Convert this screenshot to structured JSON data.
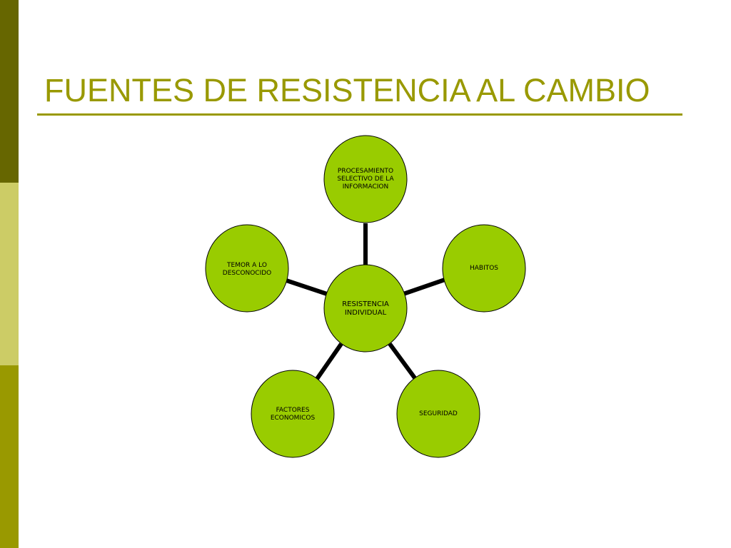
{
  "slide": {
    "title": "FUENTES DE RESISTENCIA AL CAMBIO"
  },
  "diagram": {
    "center": "RESISTENCIA\nINDIVIDUAL",
    "nodes": [
      "PROCESAMIENTO\nSELECTIVO DE LA\nINFORMACION",
      "HABITOS",
      "SEGURIDAD",
      "FACTORES\nECONOMICOS",
      "TEMOR A LO\nDESCONOCIDO"
    ]
  },
  "colors": {
    "bar_top": "#666600",
    "bar_middle": "#cccc66",
    "bar_bottom": "#999900",
    "title": "#999900",
    "node_fill": "#99cc00"
  }
}
